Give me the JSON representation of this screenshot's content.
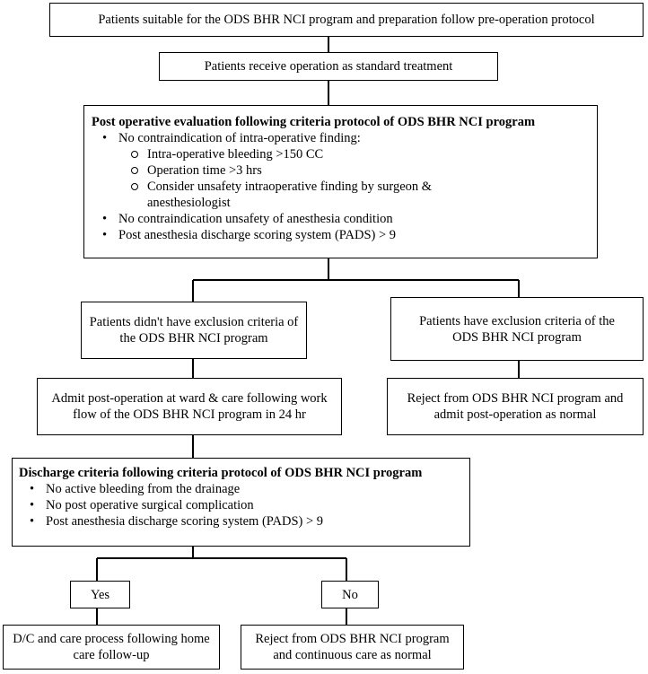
{
  "box1": "Patients suitable for the ODS BHR NCI program and preparation follow pre-operation protocol",
  "box2": "Patients receive operation as standard treatment",
  "post_op": {
    "heading": "Post operative evaluation following criteria protocol of ODS BHR NCI program",
    "item1": "No contraindication of intra-operative finding:",
    "sub": [
      "Intra-operative bleeding >150 CC",
      "Operation time >3 hrs",
      "Consider unsafety intraoperative finding by surgeon & anesthesiologist"
    ],
    "item2": "No contraindication unsafety of anesthesia condition",
    "item3": "Post anesthesia discharge scoring system (PADS) > 9"
  },
  "no_exclusion": "Patients didn't have exclusion criteria of the ODS BHR NCI program",
  "has_exclusion": "Patients have exclusion criteria of the ODS BHR NCI program",
  "admit_ward": "Admit post-operation at ward & care following work flow of the ODS BHR NCI program in 24 hr",
  "reject_normal": "Reject from ODS BHR NCI program and admit post-operation as normal",
  "discharge": {
    "heading": "Discharge criteria following criteria protocol of ODS BHR NCI program",
    "items": [
      "No active bleeding from the drainage",
      "No post operative surgical complication",
      "Post anesthesia discharge scoring system (PADS) > 9"
    ]
  },
  "yes": "Yes",
  "no": "No",
  "dc_home": "D/C and care process following home care follow-up",
  "reject_continuous": "Reject from ODS BHR NCI program and continuous care as normal"
}
